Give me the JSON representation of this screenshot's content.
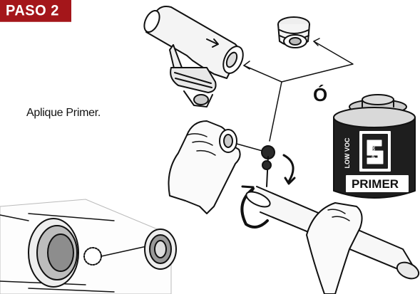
{
  "step_label": "PASO 2",
  "instruction": "Aplique Primer.",
  "or_label": "Ó",
  "can": {
    "brand": "SPEARS",
    "product": "PRIMER",
    "side_text": "LOW VOC"
  },
  "colors": {
    "badge": "#a4161a",
    "ink": "#111111",
    "can_body": "#1e1e1e"
  }
}
